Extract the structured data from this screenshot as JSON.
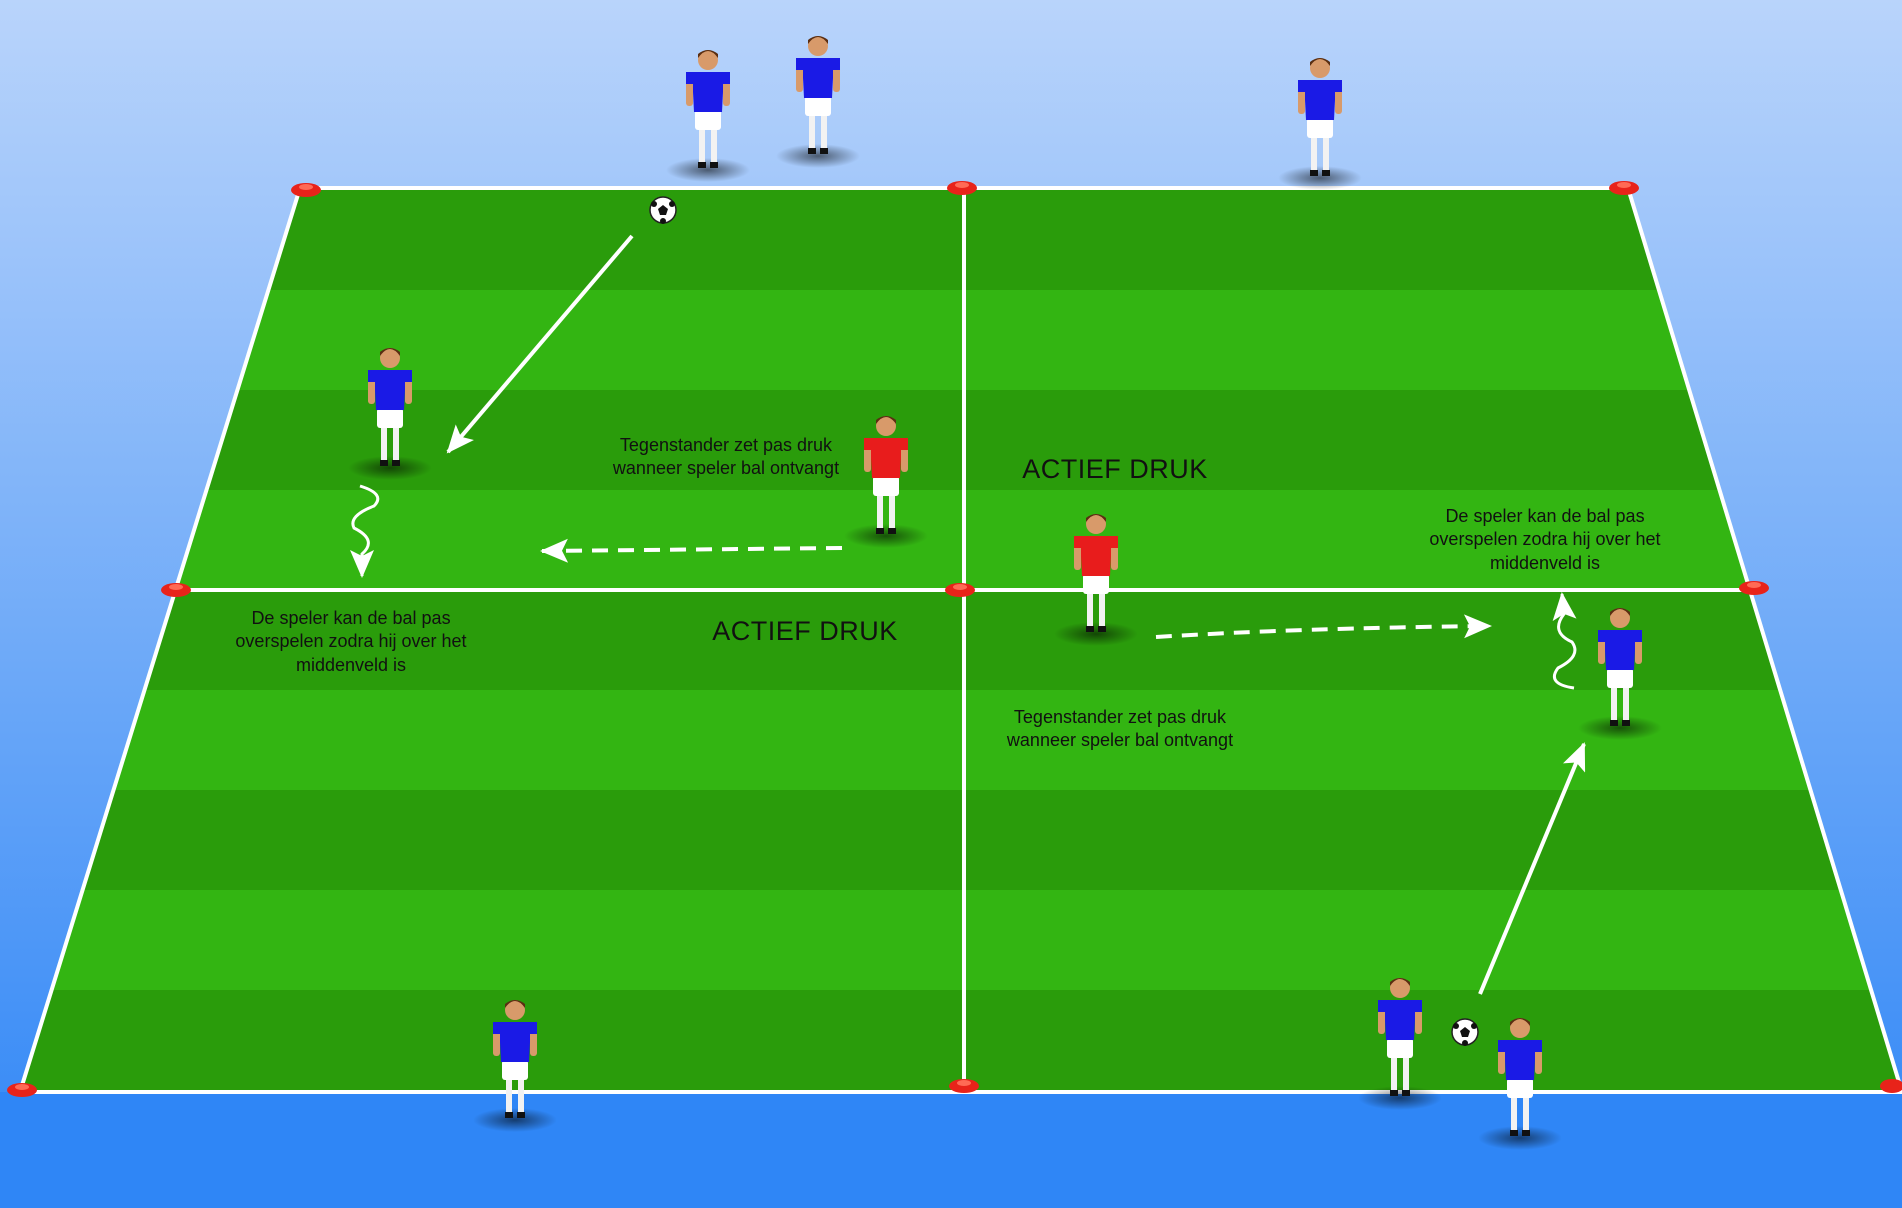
{
  "colors": {
    "sky_top": "#b9d4fb",
    "sky_bottom": "#3a8cf7",
    "grass_light": "#33b512",
    "grass_dark": "#2a9c0b",
    "line": "#ffffff",
    "cone": "#e8231a",
    "team_blue": "#1a1ae6",
    "team_red": "#e81c1c"
  },
  "labels": {
    "pressure_top": "ACTIEF DRUK",
    "pressure_bottom": "ACTIEF DRUK",
    "note_left_opponent": "Tegenstander zet pas druk\nwanneer speler bal ontvangt",
    "note_left_player": "De speler kan de bal pas\noverspelen zodra hij over het\nmiddenveld is",
    "note_right_player": "De speler kan de bal pas\noverspelen zodra hij over het\nmiddenveld is",
    "note_right_opponent": "Tegenstander zet pas druk\nwanneer speler bal ontvangt"
  },
  "players": [
    {
      "team": "blue",
      "role": "target-top"
    },
    {
      "team": "blue",
      "role": "target-top"
    },
    {
      "team": "blue",
      "role": "target-top"
    },
    {
      "team": "blue",
      "role": "receiver-left"
    },
    {
      "team": "red",
      "role": "defender-left"
    },
    {
      "team": "red",
      "role": "defender-right"
    },
    {
      "team": "blue",
      "role": "receiver-right"
    },
    {
      "team": "blue",
      "role": "target-bottom"
    },
    {
      "team": "blue",
      "role": "target-bottom"
    },
    {
      "team": "blue",
      "role": "target-bottom"
    }
  ],
  "icons": [
    "cone-icon",
    "football-icon",
    "pass-arrow-icon",
    "run-arrow-icon",
    "dribble-arrow-icon"
  ]
}
